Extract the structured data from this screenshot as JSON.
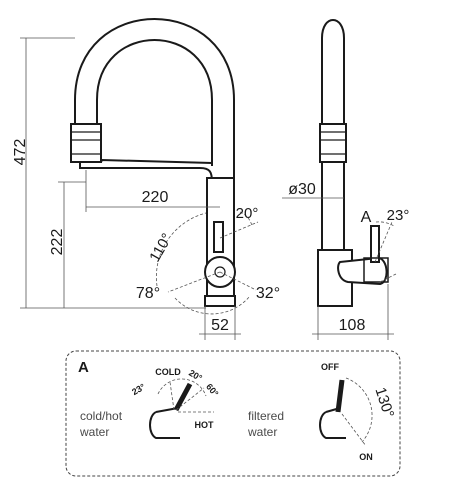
{
  "dimensions": {
    "total_height": "472",
    "spout_height": "222",
    "reach": "220",
    "base_width": "52",
    "base_depth": "108",
    "spout_diameter": "ø30",
    "swivel_angle": "110°",
    "lever_angle_front": "20°",
    "lever_angle_left": "78°",
    "lever_angle_right": "32°",
    "lever_angle_side": "23°"
  },
  "side_view_label": "A",
  "detail": {
    "title": "A",
    "left": {
      "cold_label": "COLD",
      "hot_label": "HOT",
      "angle_23": "23°",
      "angle_20": "20°",
      "angle_60": "60°",
      "caption_line1": "cold/hot",
      "caption_line2": "water"
    },
    "right": {
      "off_label": "OFF",
      "on_label": "ON",
      "angle_130": "130°",
      "caption_line1": "filtered",
      "caption_line2": "water"
    }
  }
}
